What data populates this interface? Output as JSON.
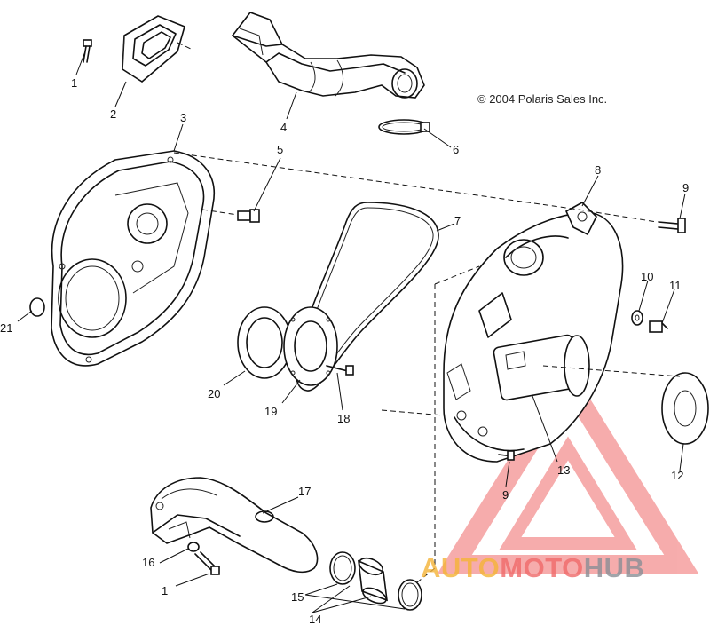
{
  "copyright": "© 2004 Polaris Sales Inc.",
  "callouts": [
    {
      "id": "c-1-top",
      "label": "1"
    },
    {
      "id": "c-2",
      "label": "2"
    },
    {
      "id": "c-3",
      "label": "3"
    },
    {
      "id": "c-4",
      "label": "4"
    },
    {
      "id": "c-5",
      "label": "5"
    },
    {
      "id": "c-6",
      "label": "6"
    },
    {
      "id": "c-7",
      "label": "7"
    },
    {
      "id": "c-8",
      "label": "8"
    },
    {
      "id": "c-9-top",
      "label": "9"
    },
    {
      "id": "c-10",
      "label": "10"
    },
    {
      "id": "c-11",
      "label": "11"
    },
    {
      "id": "c-12",
      "label": "12"
    },
    {
      "id": "c-13",
      "label": "13"
    },
    {
      "id": "c-9-bottom",
      "label": "9"
    },
    {
      "id": "c-14",
      "label": "14"
    },
    {
      "id": "c-15",
      "label": "15"
    },
    {
      "id": "c-16",
      "label": "16"
    },
    {
      "id": "c-1-bottom",
      "label": "1"
    },
    {
      "id": "c-17",
      "label": "17"
    },
    {
      "id": "c-18",
      "label": "18"
    },
    {
      "id": "c-19",
      "label": "19"
    },
    {
      "id": "c-20",
      "label": "20"
    },
    {
      "id": "c-21",
      "label": "21"
    }
  ],
  "watermark": {
    "part1": "AUTO",
    "part2": "MOTO",
    "part3": "HUB",
    "color_orange": "#f5b437",
    "color_red": "#f06a6a",
    "color_gray": "#8a8f96"
  }
}
